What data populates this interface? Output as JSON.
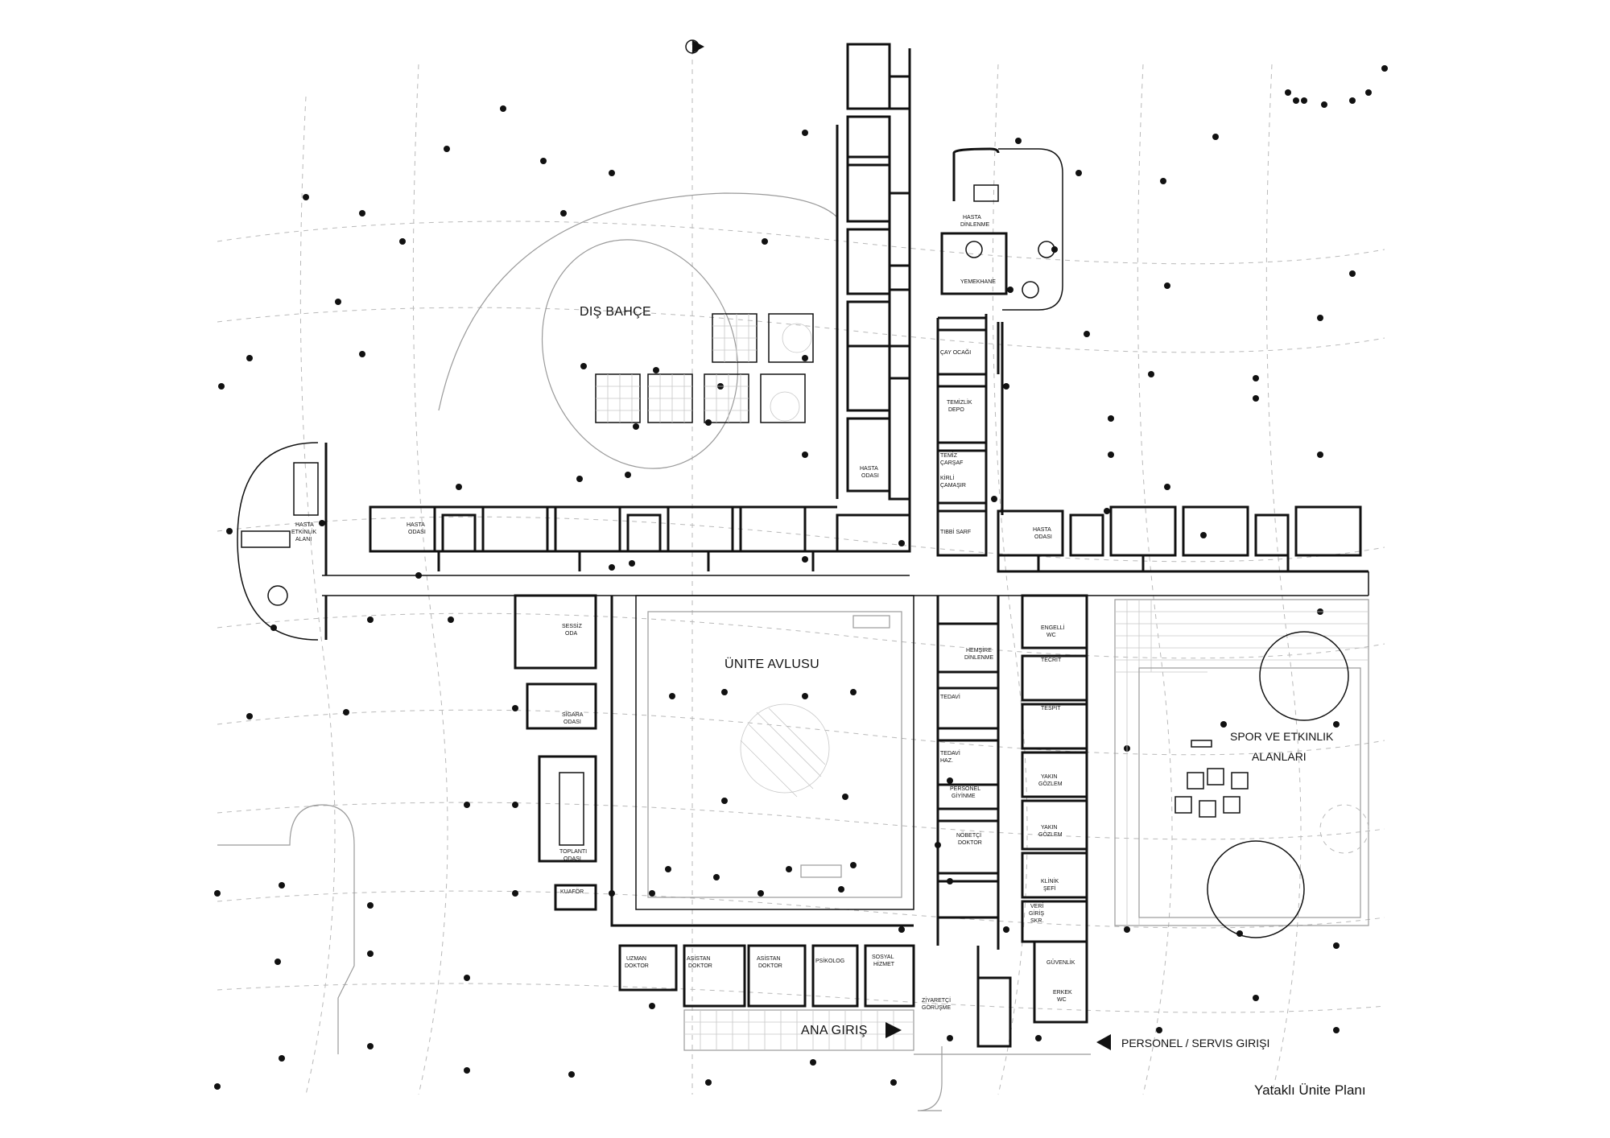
{
  "caption": "Yataklı Ünite Planı",
  "entrances": {
    "main": "ANA GIRIŞ",
    "staff": "PERSONEL / SERVIS GIRIŞI"
  },
  "areas": {
    "garden": "DIŞ BAHÇE",
    "courtyard": "ÜNITE AVLUSU",
    "sports_line1": "SPOR VE ETKINLIK",
    "sports_line2": "ALANLARI"
  },
  "rooms": {
    "hasta_dinlenme_1": "HASTA",
    "hasta_dinlenme_2": "DİNLENME",
    "yemekhane": "YEMEKHANE",
    "cay_ocagi": "ÇAY OCAĞI",
    "temizlik_1": "TEMİZLİK",
    "temizlik_2": "DEPO",
    "temiz_1": "TEMİZ",
    "temiz_2": "ÇARŞAF",
    "kirli_1": "KİRLİ",
    "kirli_2": "ÇAMAŞIR",
    "tibbi_sarf": "TIBBİ SARF",
    "hasta_odasi_n1": "HASTA",
    "hasta_odasi_n2": "ODASI",
    "hasta_odasi_w1": "HASTA",
    "hasta_odasi_w2": "ODASI",
    "hasta_odasi_e1": "HASTA",
    "hasta_odasi_e2": "ODASI",
    "etkinlik_1": "HASTA",
    "etkinlik_2": "ETKİNLİK",
    "etkinlik_3": "ALANI",
    "sessiz_1": "SESSİZ",
    "sessiz_2": "ODA",
    "sigara_1": "SİGARA",
    "sigara_2": "ODASI",
    "toplanti_1": "TOPLANTI",
    "toplanti_2": "ODASI",
    "kuafor": "KUAFÖR",
    "engelli_1": "ENGELLİ",
    "engelli_2": "WC",
    "tecrit": "TECRİT",
    "tespit": "TESPİT",
    "hemsire_1": "HEMŞİRE",
    "hemsire_2": "DİNLENME",
    "tedavi": "TEDAVİ",
    "tedavi_haz_1": "TEDAVİ",
    "tedavi_haz_2": "HAZ.",
    "personel_1": "PERSONEL",
    "personel_2": "GİYİNME",
    "yakin_gozlem_a1": "YAKIN",
    "yakin_gozlem_a2": "GÖZLEM",
    "yakin_gozlem_b1": "YAKIN",
    "yakin_gozlem_b2": "GÖZLEM",
    "nobetci_1": "NÖBETÇİ",
    "nobetci_2": "DOKTOR",
    "klinik_1": "KLİNİK",
    "klinik_2": "ŞEFİ",
    "veri_1": "VERİ",
    "veri_2": "GİRİŞ",
    "veri_3": "SKR.",
    "guvenlik": "GÜVENLİK",
    "erkek_1": "ERKEK",
    "erkek_2": "WC",
    "uzman_1": "UZMAN",
    "uzman_2": "DOKTOR",
    "asistan_a1": "ASİSTAN",
    "asistan_a2": "DOKTOR",
    "asistan_b1": "ASİSTAN",
    "asistan_b2": "DOKTOR",
    "psikolog": "PSİKOLOG",
    "sosyal_1": "SOSYAL",
    "sosyal_2": "HİZMET",
    "ziyaretci_1": "ZİYARETÇİ",
    "ziyaretci_2": "GÖRÜŞME"
  }
}
